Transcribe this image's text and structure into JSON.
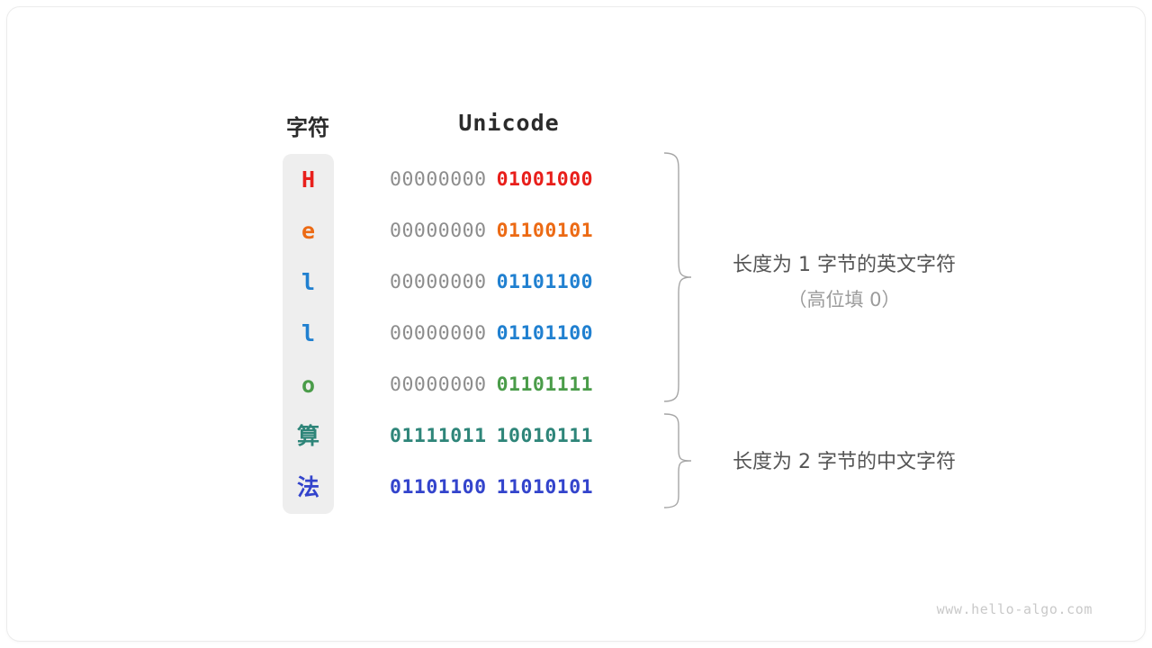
{
  "figure": {
    "headers": {
      "char": "字符",
      "unicode": "Unicode"
    },
    "rows": [
      {
        "char": "H",
        "script": "latin",
        "color": "#e81f1b",
        "pad_byte": "00000000",
        "code_byte": "01001000",
        "pad_is_grey": true
      },
      {
        "char": "e",
        "script": "latin",
        "color": "#ec6a14",
        "pad_byte": "00000000",
        "code_byte": "01100101",
        "pad_is_grey": true
      },
      {
        "char": "l",
        "script": "latin",
        "color": "#2080d0",
        "pad_byte": "00000000",
        "code_byte": "01101100",
        "pad_is_grey": true
      },
      {
        "char": "l",
        "script": "latin",
        "color": "#2080d0",
        "pad_byte": "00000000",
        "code_byte": "01101100",
        "pad_is_grey": true
      },
      {
        "char": "o",
        "script": "latin",
        "color": "#4a9c49",
        "pad_byte": "00000000",
        "code_byte": "01101111",
        "pad_is_grey": true
      },
      {
        "char": "算",
        "script": "han",
        "color": "#2e8579",
        "pad_byte": "01111011",
        "code_byte": "10010111",
        "pad_is_grey": false
      },
      {
        "char": "法",
        "script": "han",
        "color": "#3344cc",
        "pad_byte": "01101100",
        "code_byte": "11010101",
        "pad_is_grey": false
      }
    ],
    "annotations": [
      {
        "main": "长度为 1 字节的英文字符",
        "sub": "（高位填 0）"
      },
      {
        "main": "长度为 2 字节的中文字符",
        "sub": ""
      }
    ],
    "watermark": "www.hello-algo.com",
    "colors": {
      "pad_grey": "#8d8d8d",
      "column_bg": "#eeeeee",
      "brace_stroke": "#a6a6a6",
      "annotation_main": "#555555",
      "annotation_sub": "#9b9b9b",
      "header_text": "#2b2b2b",
      "watermark": "#c9c9c9",
      "card_bg": "#ffffff"
    }
  }
}
